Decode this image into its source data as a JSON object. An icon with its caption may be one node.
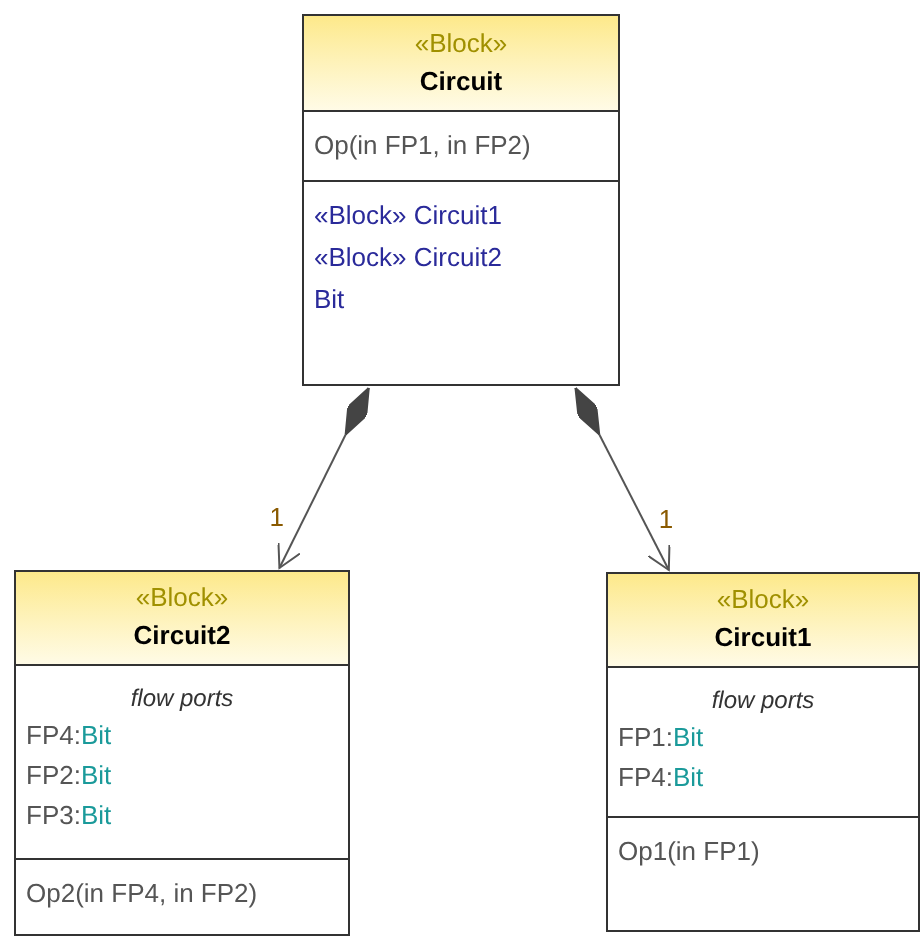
{
  "diagram": {
    "nodes": [
      {
        "text": [
          "«Block»",
          "Circuit",
          "Op(in FP1, in FP2)",
          "«Block» Circuit1",
          "«Block» Circuit2",
          "Bit"
        ]
      },
      {
        "text": [
          "«Block»",
          "Circuit2",
          "flow ports",
          "FP4:Bit",
          "FP2:Bit",
          "FP3:Bit",
          "Op2(in FP4, in FP2)"
        ]
      },
      {
        "text": [
          "«Block»",
          "Circuit1",
          "flow ports",
          "FP1:Bit",
          "FP4:Bit",
          "Op1(in FP1)"
        ]
      }
    ],
    "edges": [
      {
        "from": 0,
        "to": 1,
        "arrow": "to",
        "label": "1"
      },
      {
        "from": 0,
        "to": 2,
        "arrow": "to",
        "label": "1"
      }
    ]
  }
}
